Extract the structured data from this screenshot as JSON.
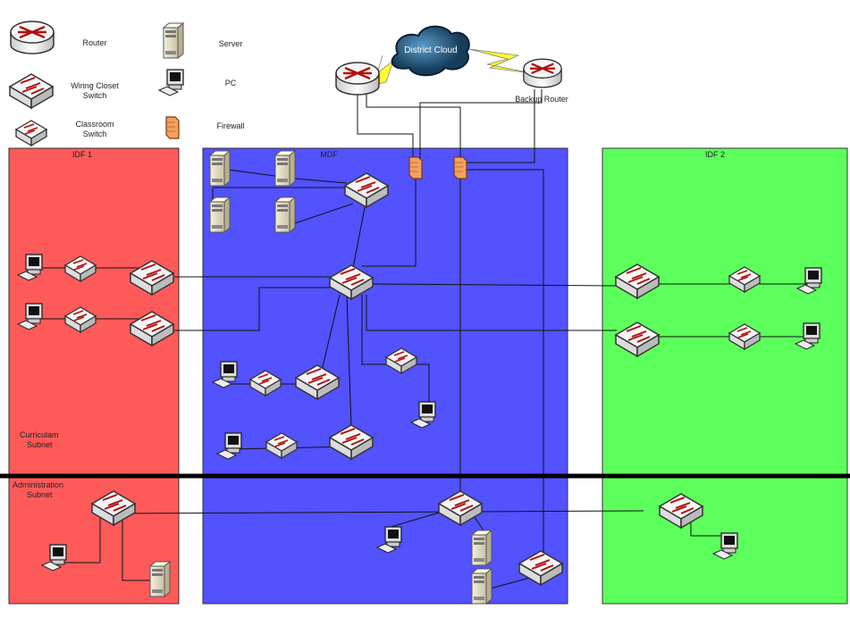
{
  "legend": {
    "router": "Router",
    "wiring_switch_1": "Wiring Closet",
    "wiring_switch_2": "Switch",
    "classroom_switch_1": "Classroom",
    "classroom_switch_2": "Switch",
    "server": "Server",
    "pc": "PC",
    "firewall": "Firewall"
  },
  "cloud_label": "District Cloud",
  "backup_router_label": "Backup Router",
  "zones": {
    "idf1": "IDF 1",
    "mdf": "MDF",
    "idf2": "IDF 2"
  },
  "subnets": {
    "curriculum_1": "Curriculam",
    "curriculum_2": "Subnet",
    "admin_1": "Administration",
    "admin_2": "Subnet"
  },
  "colors": {
    "idf1": "#FF5A5A",
    "mdf": "#5252FF",
    "idf2": "#5CFF5C"
  }
}
